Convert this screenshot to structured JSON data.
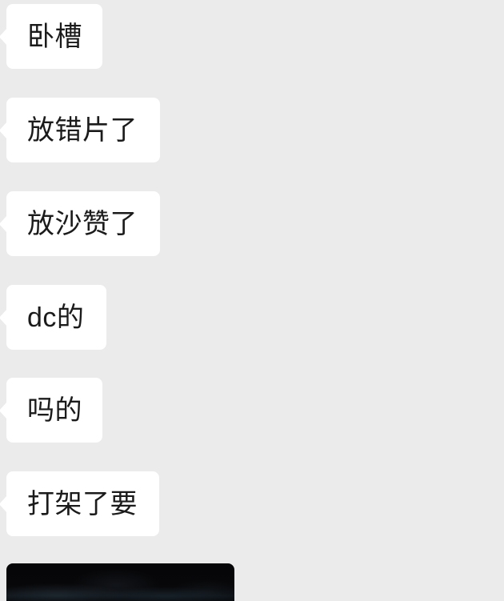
{
  "app": {
    "background_color": "#ebebeb",
    "bubble_color": "#ffffff",
    "text_color": "#1b1b1b"
  },
  "conversation": {
    "messages": [
      {
        "id": "msg-1",
        "text": "卧槽",
        "side": "incoming",
        "type": "text"
      },
      {
        "id": "msg-2",
        "text": "放错片了",
        "side": "incoming",
        "type": "text"
      },
      {
        "id": "msg-3",
        "text": "放沙赞了",
        "side": "incoming",
        "type": "text"
      },
      {
        "id": "msg-4",
        "text": "dc的",
        "side": "incoming",
        "type": "text"
      },
      {
        "id": "msg-5",
        "text": "吗的",
        "side": "incoming",
        "type": "text"
      },
      {
        "id": "msg-6",
        "text": "打架了要",
        "side": "incoming",
        "type": "text"
      }
    ],
    "attachment": {
      "id": "msg-7",
      "type": "image",
      "side": "incoming",
      "description": "dark-night-scene-thumbnail",
      "dominant_color": "#050506"
    }
  }
}
